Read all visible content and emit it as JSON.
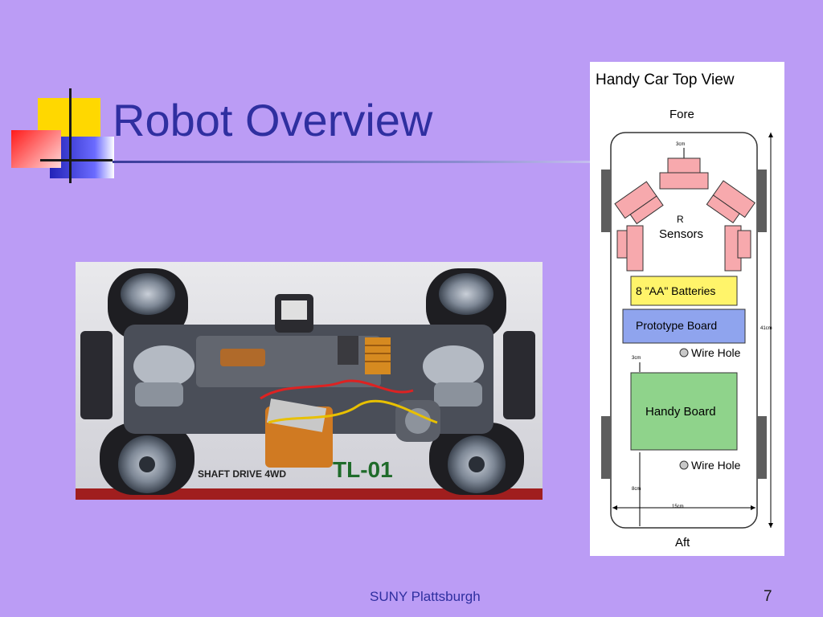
{
  "slide": {
    "title": "Robot Overview",
    "footer": "SUNY Plattsburgh",
    "page_number": "7"
  },
  "photo": {
    "model_text": "TL-01",
    "caption_text": "SHAFT DRIVE 4WD"
  },
  "diagram": {
    "title": "Handy Car Top View",
    "fore_label": "Fore",
    "aft_label": "Aft",
    "sensor_symbol": "R",
    "sensors_label": "Sensors",
    "batteries_label": "8 \"AA\" Batteries",
    "prototype_label": "Prototype Board",
    "wire_hole_label": "Wire Hole",
    "handy_board_label": "Handy Board",
    "dim_front": "3cm",
    "dim_mid": "3cm",
    "dim_rear": "8cm",
    "dim_width": "15cm",
    "dim_length": "41cm"
  },
  "colors": {
    "background": "#bb9cf5",
    "title_text": "#2f2fa0",
    "sensor_fill": "#f7a9ad",
    "battery_fill": "#fff46a",
    "prototype_fill": "#8fa4ee",
    "handy_board_fill": "#8fd38b"
  }
}
